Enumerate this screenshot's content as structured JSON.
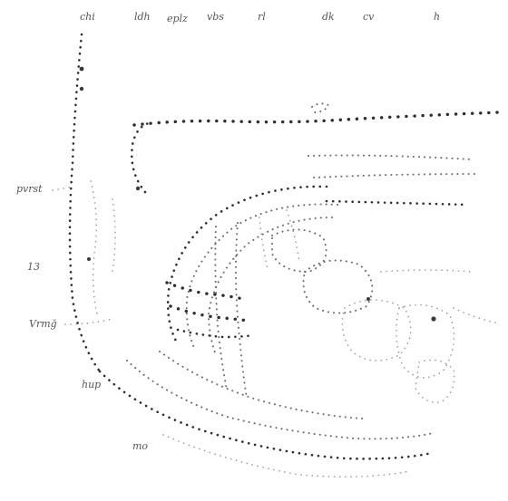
{
  "labels": {
    "chi": "chi",
    "ldh": "ldh",
    "eplz": "eplz",
    "vbs": "vbs",
    "rl": "rl",
    "dk": "dk",
    "cv": "cv",
    "h": "h",
    "pvrst": "pvrst",
    "n13": "13",
    "vrmg": "Vrmğ",
    "hup": "hup",
    "mo": "mo"
  }
}
